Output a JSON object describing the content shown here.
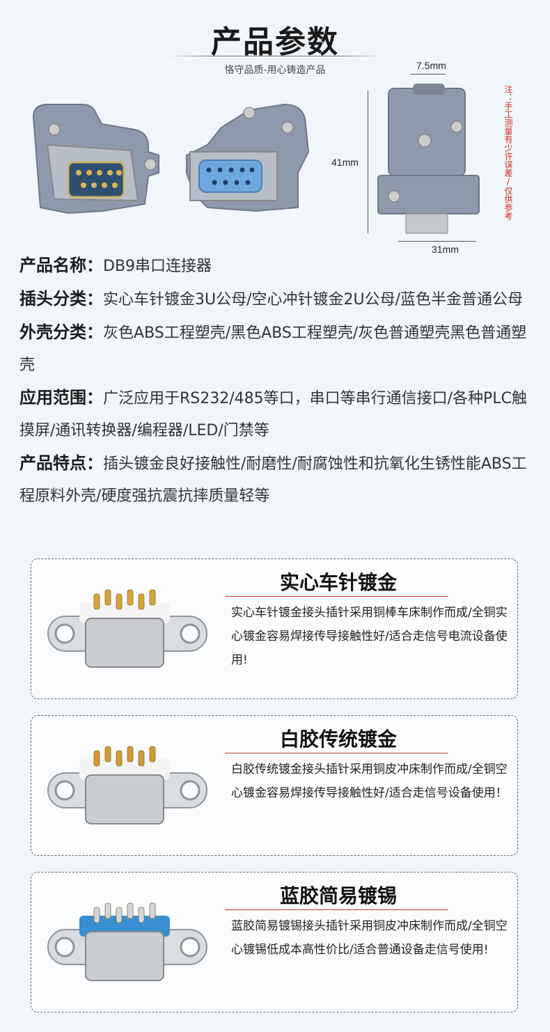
{
  "header": {
    "title": "产品参数",
    "subtitle": "恪守品质-用心铸造产品"
  },
  "dimensions": {
    "top": "7.5mm",
    "side": "41mm",
    "bottom": "31mm",
    "note": "注：手工测量有少许误差/仅供参考"
  },
  "specs": [
    {
      "key": "产品名称：",
      "value": "DB9串口连接器"
    },
    {
      "key": "插头分类：",
      "value": "实心车针镀金3U公母/空心冲针镀金2U公母/蓝色半金普通公母"
    },
    {
      "key": "外壳分类：",
      "value": "灰色ABS工程塑壳/黑色ABS工程塑壳/灰色普通塑壳黑色普通塑壳"
    },
    {
      "key": "应用范围：",
      "value": "广泛应用于RS232/485等口，串口等串行通信接口/各种PLC触摸屏/通讯转换器/编程器/LED/门禁等"
    },
    {
      "key": "产品特点：",
      "value": "插头镀金良好接触性/耐磨性/耐腐蚀性和抗氧化生锈性能ABS工程原料外壳/硬度强抗震抗摔质量轻等"
    }
  ],
  "cards": [
    {
      "title": "实心车针镀金",
      "desc": "实心车针镀金接头插针采用铜棒车床制作而成/全铜实心镀金容易焊接传导接触性好/适合走信号电流设备使用!",
      "pin_color": "#d8a53a",
      "base_color": "#f4f4f4"
    },
    {
      "title": "白胶传统镀金",
      "desc": "白胶传统镀金接头插针采用铜皮冲床制作而成/全铜空心镀金容易焊接传导接触性好/适合走信号设备使用！",
      "pin_color": "#d19a3a",
      "base_color": "#f4f4f4"
    },
    {
      "title": "蓝胶简易镀锡",
      "desc": "蓝胶简易镀锡接头插针采用铜皮冲床制作而成/全铜空心镀锡低成本高性价比/适合普通设备走信号使用!",
      "pin_color": "#cfd6de",
      "base_color": "#3a8fd0"
    }
  ],
  "colors": {
    "shell_gray": "#8f99ad",
    "accent_red": "#d12a1f"
  }
}
